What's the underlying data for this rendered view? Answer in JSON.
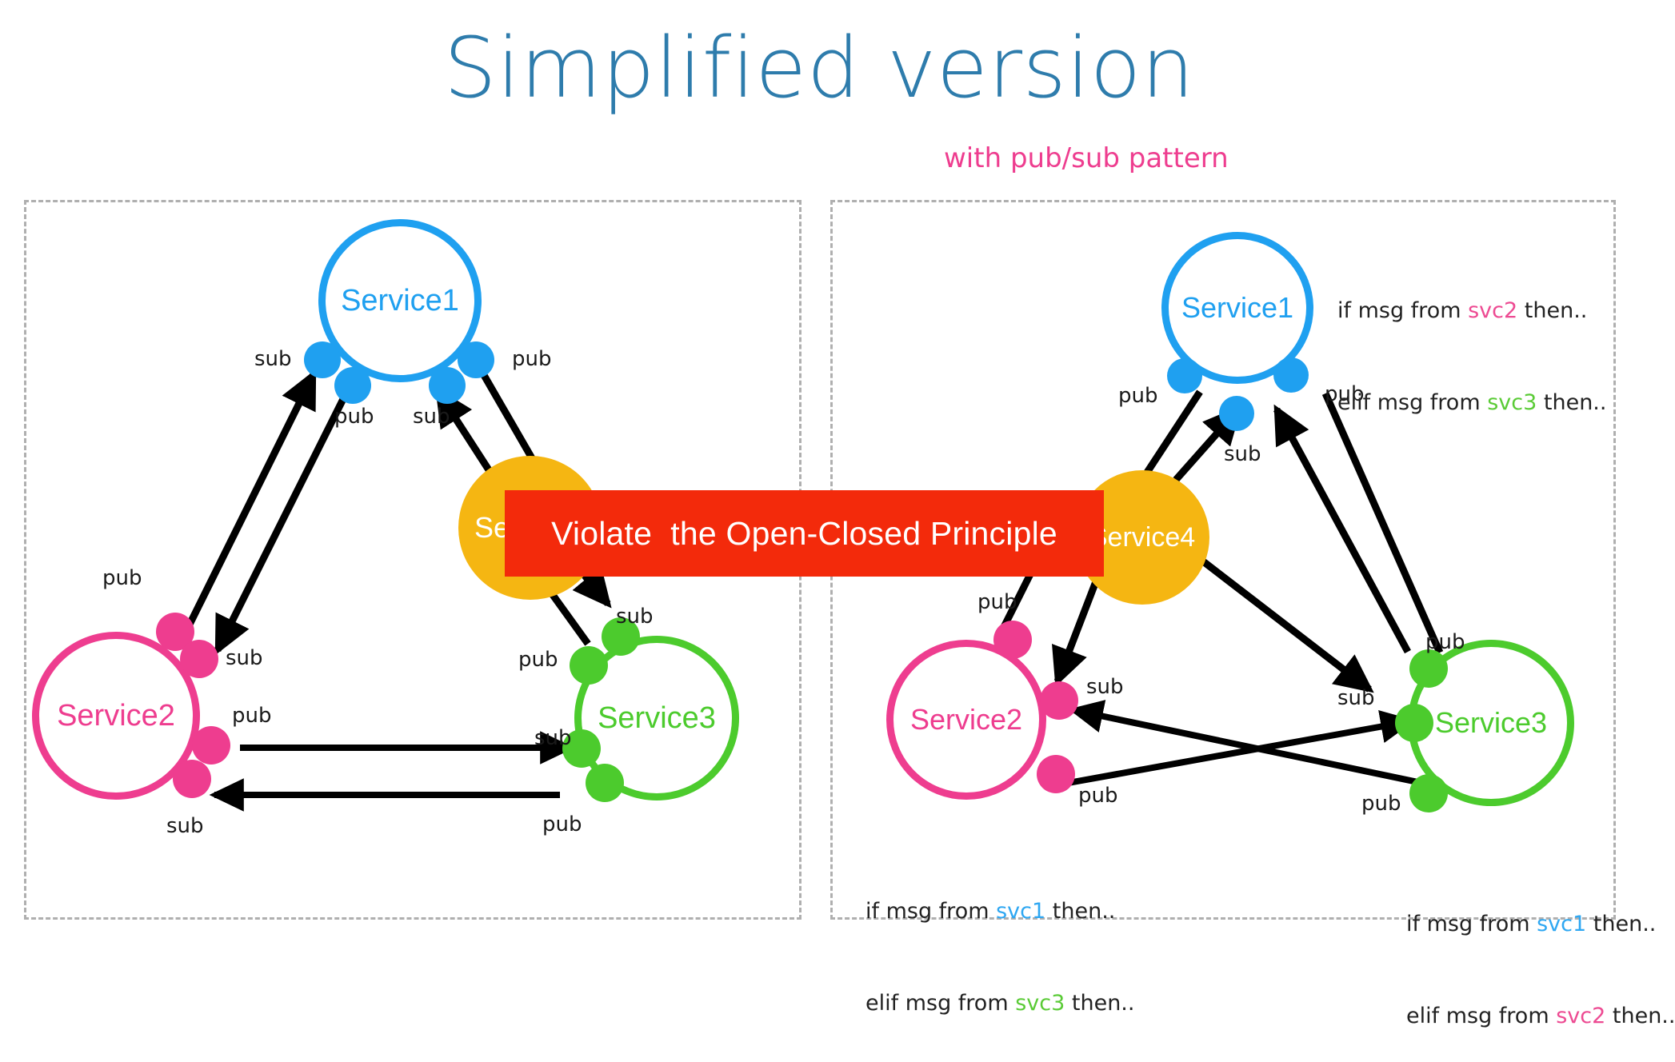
{
  "header": {
    "title": "Simplified version",
    "subtitle": "with pub/sub pattern"
  },
  "banner": {
    "text": "Violate  the Open-Closed Principle",
    "background": "#F32A0B",
    "text_color": "#FFFFFF"
  },
  "colors": {
    "service1": "#1FA0F0",
    "service2": "#EE3D8F",
    "service3": "#4CCB2D",
    "service4": "#F5B612",
    "title": "#2E7CAC",
    "subtitle": "#EE3D8F",
    "panel_border": "#AFAFAF",
    "edge": "#000000"
  },
  "panels": [
    {
      "id": "left",
      "nodes": [
        {
          "id": "s1",
          "label": "Service1",
          "color": "service1",
          "style": "outline"
        },
        {
          "id": "s2",
          "label": "Service2",
          "color": "service2",
          "style": "outline"
        },
        {
          "id": "s3",
          "label": "Service3",
          "color": "service3",
          "style": "outline"
        },
        {
          "id": "s4",
          "label": "Service4",
          "color": "service4",
          "style": "filled"
        }
      ],
      "ports": [
        {
          "node": "s1",
          "kind": "sub"
        },
        {
          "node": "s1",
          "kind": "pub"
        },
        {
          "node": "s1",
          "kind": "sub"
        },
        {
          "node": "s1",
          "kind": "pub"
        },
        {
          "node": "s2",
          "kind": "pub"
        },
        {
          "node": "s2",
          "kind": "sub"
        },
        {
          "node": "s2",
          "kind": "pub"
        },
        {
          "node": "s2",
          "kind": "sub"
        },
        {
          "node": "s3",
          "kind": "sub"
        },
        {
          "node": "s3",
          "kind": "pub"
        },
        {
          "node": "s3",
          "kind": "sub"
        },
        {
          "node": "s3",
          "kind": "pub"
        }
      ],
      "notes": []
    },
    {
      "id": "right",
      "nodes": [
        {
          "id": "s1",
          "label": "Service1",
          "color": "service1",
          "style": "outline"
        },
        {
          "id": "s2",
          "label": "Service2",
          "color": "service2",
          "style": "outline"
        },
        {
          "id": "s3",
          "label": "Service3",
          "color": "service3",
          "style": "outline"
        },
        {
          "id": "s4",
          "label": "Service4",
          "color": "service4",
          "style": "filled"
        }
      ],
      "ports": [
        {
          "node": "s1",
          "kind": "pub"
        },
        {
          "node": "s1",
          "kind": "sub"
        },
        {
          "node": "s1",
          "kind": "pub"
        },
        {
          "node": "s2",
          "kind": "pub"
        },
        {
          "node": "s2",
          "kind": "sub"
        },
        {
          "node": "s2",
          "kind": "pub"
        },
        {
          "node": "s3",
          "kind": "pub"
        },
        {
          "node": "s3",
          "kind": "sub"
        },
        {
          "node": "s3",
          "kind": "pub"
        }
      ],
      "notes": [
        {
          "id": "note-s1",
          "line1_pre": "if msg from ",
          "line1_svc": "svc2",
          "line1_svc_class": "svc2",
          "line1_post": " then..",
          "line2_pre": "elif msg from ",
          "line2_svc": "svc3",
          "line2_svc_class": "svc3",
          "line2_post": " then.."
        },
        {
          "id": "note-s2",
          "line1_pre": "if msg from ",
          "line1_svc": "svc1",
          "line1_svc_class": "svc1",
          "line1_post": " then..",
          "line2_pre": "elif msg from ",
          "line2_svc": "svc3",
          "line2_svc_class": "svc3",
          "line2_post": " then.."
        },
        {
          "id": "note-s3",
          "line1_pre": "if msg from ",
          "line1_svc": "svc1",
          "line1_svc_class": "svc1",
          "line1_post": " then..",
          "line2_pre": "elif msg from ",
          "line2_svc": "svc2",
          "line2_svc_class": "svc2",
          "line2_post": " then.."
        }
      ]
    }
  ],
  "port_labels": {
    "left": {
      "s1_sub_a": "sub",
      "s1_pub_a": "pub",
      "s1_sub_b": "sub",
      "s1_pub_b": "pub",
      "s2_pub_a": "pub",
      "s2_sub_a": "sub",
      "s2_pub_b": "pub",
      "s2_sub_b": "sub",
      "s3_sub_a": "sub",
      "s3_pub_a": "pub",
      "s3_sub_b": "sub",
      "s3_pub_b": "pub"
    },
    "right": {
      "s1_pub_a": "pub",
      "s1_sub_a": "sub",
      "s1_pub_b": "pub",
      "s2_sub_a": "sub",
      "s2_pub_a": "pub",
      "s3_pub_a": "pub",
      "s3_sub_a": "sub",
      "s3_pub_b": "pub"
    }
  }
}
